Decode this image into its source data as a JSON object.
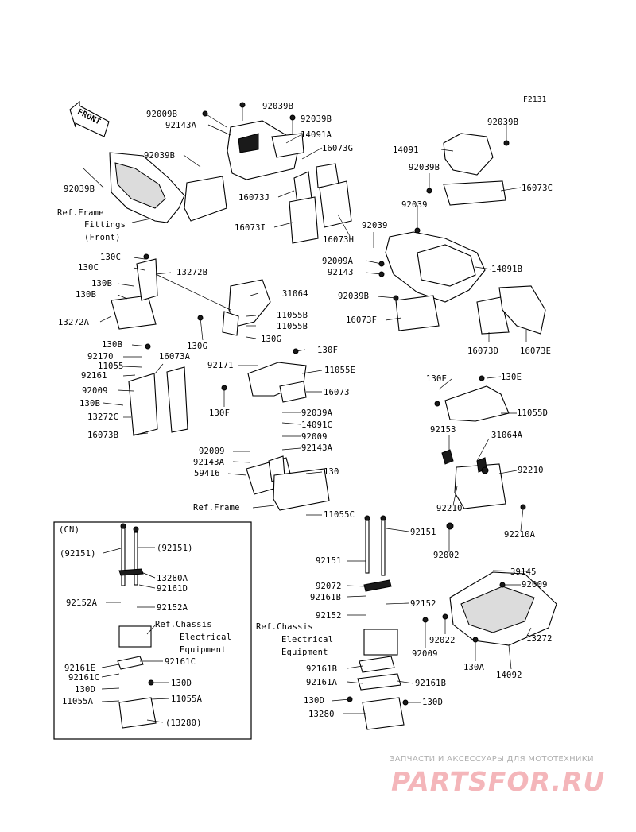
{
  "figure_code": "F2131",
  "front_arrow_text": "FRONT",
  "cn_box_label": "(CN)",
  "labels": {
    "l_92009B_top": "92009B",
    "l_92039B_top": "92039B",
    "l_92039B_top2": "92039B",
    "l_92143A_top": "92143A",
    "l_14091A": "14091A",
    "l_16073G": "16073G",
    "l_92039B_left": "92039B",
    "l_92039B_left2": "92039B",
    "l_16073J": "16073J",
    "l_16073I": "16073I",
    "l_16073H": "16073H",
    "l_ref_frame_fittings_1": "Ref.Frame",
    "l_ref_frame_fittings_2": "Fittings",
    "l_ref_frame_fittings_3": "(Front)",
    "l_92039B_r1": "92039B",
    "l_14091": "14091",
    "l_92039B_r2": "92039B",
    "l_16073C": "16073C",
    "l_92039_a": "92039",
    "l_92039_b": "92039",
    "l_92009A": "92009A",
    "l_92143": "92143",
    "l_14091B": "14091B",
    "l_92039B_r3": "92039B",
    "l_16073F": "16073F",
    "l_16073D": "16073D",
    "l_16073E": "16073E",
    "l_130C_1": "130C",
    "l_130C_2": "130C",
    "l_13272B": "13272B",
    "l_130B_1": "130B",
    "l_130B_2": "130B",
    "l_13272A": "13272A",
    "l_31064": "31064",
    "l_11055B_1": "11055B",
    "l_11055B_2": "11055B",
    "l_130G_1": "130G",
    "l_130G_2": "130G",
    "l_130B_3": "130B",
    "l_92170": "92170",
    "l_16073A": "16073A",
    "l_11055": "11055",
    "l_130F_1": "130F",
    "l_92171": "92171",
    "l_11055E": "11055E",
    "l_92161": "92161",
    "l_92009_m": "92009",
    "l_16073": "16073",
    "l_130B_4": "130B",
    "l_13272C": "13272C",
    "l_130F_2": "130F",
    "l_16073B": "16073B",
    "l_92039A": "92039A",
    "l_14091C": "14091C",
    "l_92009_c": "92009",
    "l_92009_c2": "92009",
    "l_92143A_c": "92143A",
    "l_92143A_c2": "92143A",
    "l_59416": "59416",
    "l_130_c": "130",
    "l_ref_frame": "Ref.Frame",
    "l_11055C": "11055C",
    "l_130E_1": "130E",
    "l_130E_2": "130E",
    "l_11055D": "11055D",
    "l_92153": "92153",
    "l_31064A": "31064A",
    "l_92210_1": "92210",
    "l_92210_2": "92210",
    "l_92210A": "92210A",
    "l_92002": "92002",
    "l_cn_92151_l": "(92151)",
    "l_cn_92151_r": "(92151)",
    "l_cn_13280A": "13280A",
    "l_cn_92161D": "92161D",
    "l_cn_92152A_l": "92152A",
    "l_cn_92152A_r": "92152A",
    "l_cn_ref1": "Ref.Chassis",
    "l_cn_ref2": "Electrical",
    "l_cn_ref3": "Equipment",
    "l_cn_92161E": "92161E",
    "l_cn_92161C_l": "92161C",
    "l_cn_92161C_r": "92161C",
    "l_cn_130D_l": "130D",
    "l_cn_130D_r": "130D",
    "l_cn_11055A_l": "11055A",
    "l_cn_11055A_r": "11055A",
    "l_cn_13280": "(13280)",
    "l_92151_a": "92151",
    "l_92151_b": "92151",
    "l_92072": "92072",
    "l_92161B_1": "92161B",
    "l_92152_1": "92152",
    "l_92152_2": "92152",
    "l_ref_chassis_1": "Ref.Chassis",
    "l_ref_chassis_2": "Electrical",
    "l_ref_chassis_3": "Equipment",
    "l_92161B_2": "92161B",
    "l_92161B_3": "92161B",
    "l_92161A": "92161A",
    "l_130D_1": "130D",
    "l_130D_2": "130D",
    "l_13280": "13280",
    "l_39145": "39145",
    "l_92009_br": "92009",
    "l_92022": "92022",
    "l_92009_br2": "92009",
    "l_13272": "13272",
    "l_130A": "130A",
    "l_14092": "14092"
  },
  "watermark": {
    "caption": "ЗАПЧАСТИ И АКСЕССУАРЫ ДЛЯ МОТОТЕХНИКИ",
    "logo": "PARTSFOR.RU"
  }
}
